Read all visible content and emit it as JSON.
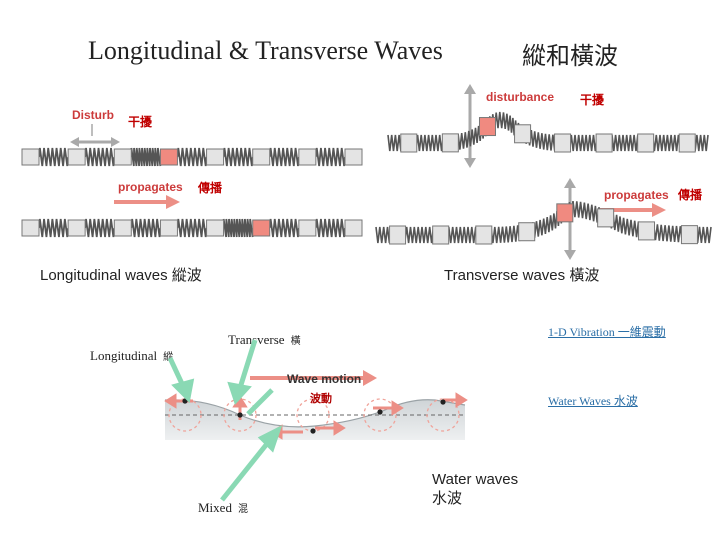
{
  "title": {
    "main": "Longitudinal & Transverse Waves",
    "cn": "縱和橫波"
  },
  "longitudinal_panel": {
    "disturb_label": "Disturb",
    "disturb_cn": "干擾",
    "propagates_label": "propagates",
    "propagates_cn": "傳播",
    "caption": "Longitudinal waves  縱波"
  },
  "transverse_panel": {
    "disturbance_label": "disturbance",
    "disturbance_cn": "干擾",
    "propagates_label": "propagates",
    "propagates_cn": "傳播",
    "caption": "Transverse waves  橫波"
  },
  "water_diagram": {
    "transverse_label": "Transverse",
    "transverse_cn": "橫",
    "longitudinal_label": "Longitudinal",
    "longitudinal_cn": "縱",
    "wave_motion": "Wave motion",
    "wave_motion_cn": "波動",
    "mixed_label": "Mixed",
    "mixed_cn": "混",
    "caption_en": "Water waves",
    "caption_cn": "水波"
  },
  "links": {
    "vibration": "1-D Vibration 一維震動",
    "water": "Water Waves 水波"
  },
  "colors": {
    "highlight": "#f08a80",
    "arrow_red": "#ec8f86",
    "arrow_green": "#8ad9b4",
    "gray_arrow": "#a9a9a9"
  }
}
